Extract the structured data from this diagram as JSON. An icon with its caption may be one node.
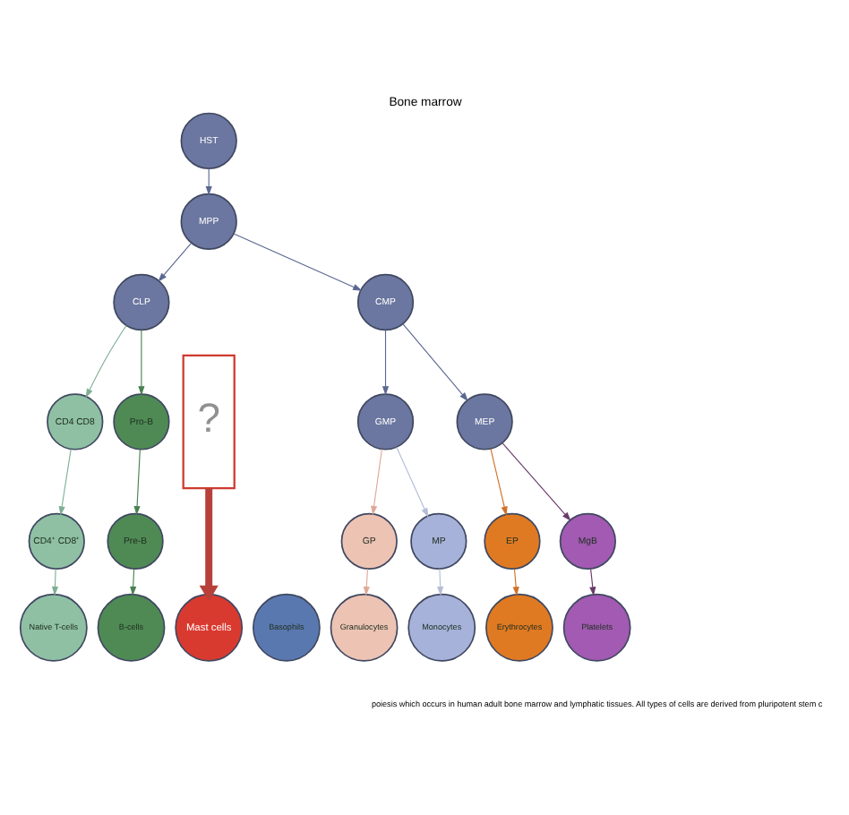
{
  "diagram": {
    "title": "Bone marrow",
    "nodes": [
      {
        "text": [
          "HST"
        ]
      },
      {
        "text": [
          "MPP"
        ]
      },
      {
        "text": [
          "CLP"
        ]
      },
      {
        "text": [
          "?"
        ]
      },
      {
        "text": [
          "CMP"
        ]
      },
      {
        "text": [
          "CD4 CD8"
        ]
      },
      {
        "text": [
          "Pro-B"
        ]
      },
      {
        "text": [
          "GMP"
        ]
      },
      {
        "text": [
          "MEP"
        ]
      },
      {
        "text": [
          "CD4⁺ CD8⁺"
        ]
      },
      {
        "text": [
          "Pre-B"
        ]
      },
      {
        "text": [
          "GP"
        ]
      },
      {
        "text": [
          "MP"
        ]
      },
      {
        "text": [
          "EP"
        ]
      },
      {
        "text": [
          "MgB"
        ]
      },
      {
        "text": [
          "Native T-cells"
        ]
      },
      {
        "text": [
          "B-cells"
        ]
      },
      {
        "text": [
          "Mast cells"
        ]
      },
      {
        "text": [
          "Basophils"
        ]
      },
      {
        "text": [
          "Granulocytes"
        ]
      },
      {
        "text": [
          "Monocytes"
        ]
      },
      {
        "text": [
          "Erythrocytes"
        ]
      },
      {
        "text": [
          "Platelets"
        ]
      }
    ],
    "edges": [
      {
        "from": 0,
        "to": 1,
        "arrow": "to"
      },
      {
        "from": 1,
        "to": 2,
        "arrow": "to"
      },
      {
        "from": 1,
        "to": 4,
        "arrow": "to"
      },
      {
        "from": 2,
        "to": 5,
        "arrow": "to",
        "color": "#7fae94"
      },
      {
        "from": 2,
        "to": 6,
        "arrow": "to",
        "color": "#4a8050"
      },
      {
        "from": 5,
        "to": 9,
        "arrow": "to",
        "color": "#7fae94"
      },
      {
        "from": 6,
        "to": 10,
        "arrow": "to",
        "color": "#4a8050"
      },
      {
        "from": 9,
        "to": 15,
        "arrow": "to",
        "color": "#7fae94"
      },
      {
        "from": 10,
        "to": 16,
        "arrow": "to",
        "color": "#4a8050"
      },
      {
        "from": 3,
        "to": 17,
        "arrow": "to",
        "style": "thick",
        "color": "#b8403a"
      },
      {
        "from": 4,
        "to": 7,
        "arrow": "to"
      },
      {
        "from": 4,
        "to": 8,
        "arrow": "to"
      },
      {
        "from": 7,
        "to": 11,
        "arrow": "to",
        "color": "#e0a898"
      },
      {
        "from": 7,
        "to": 12,
        "arrow": "to",
        "color": "#b4bcd8"
      },
      {
        "from": 8,
        "to": 13,
        "arrow": "to",
        "color": "#d07028"
      },
      {
        "from": 8,
        "to": 14,
        "arrow": "to",
        "color": "#6a3a6a"
      },
      {
        "from": 11,
        "to": 19,
        "arrow": "to",
        "color": "#e0a898"
      },
      {
        "from": 12,
        "to": 20,
        "arrow": "to",
        "color": "#b4bcd8"
      },
      {
        "from": 13,
        "to": 21,
        "arrow": "to",
        "color": "#d07028"
      },
      {
        "from": 14,
        "to": 22,
        "arrow": "to",
        "color": "#6a3a6a"
      }
    ],
    "labels": [
      "poiesis which occurs in human adult bone marrow and lymphatic tissues. All types of cells are derived from pluripotent stem c"
    ]
  }
}
